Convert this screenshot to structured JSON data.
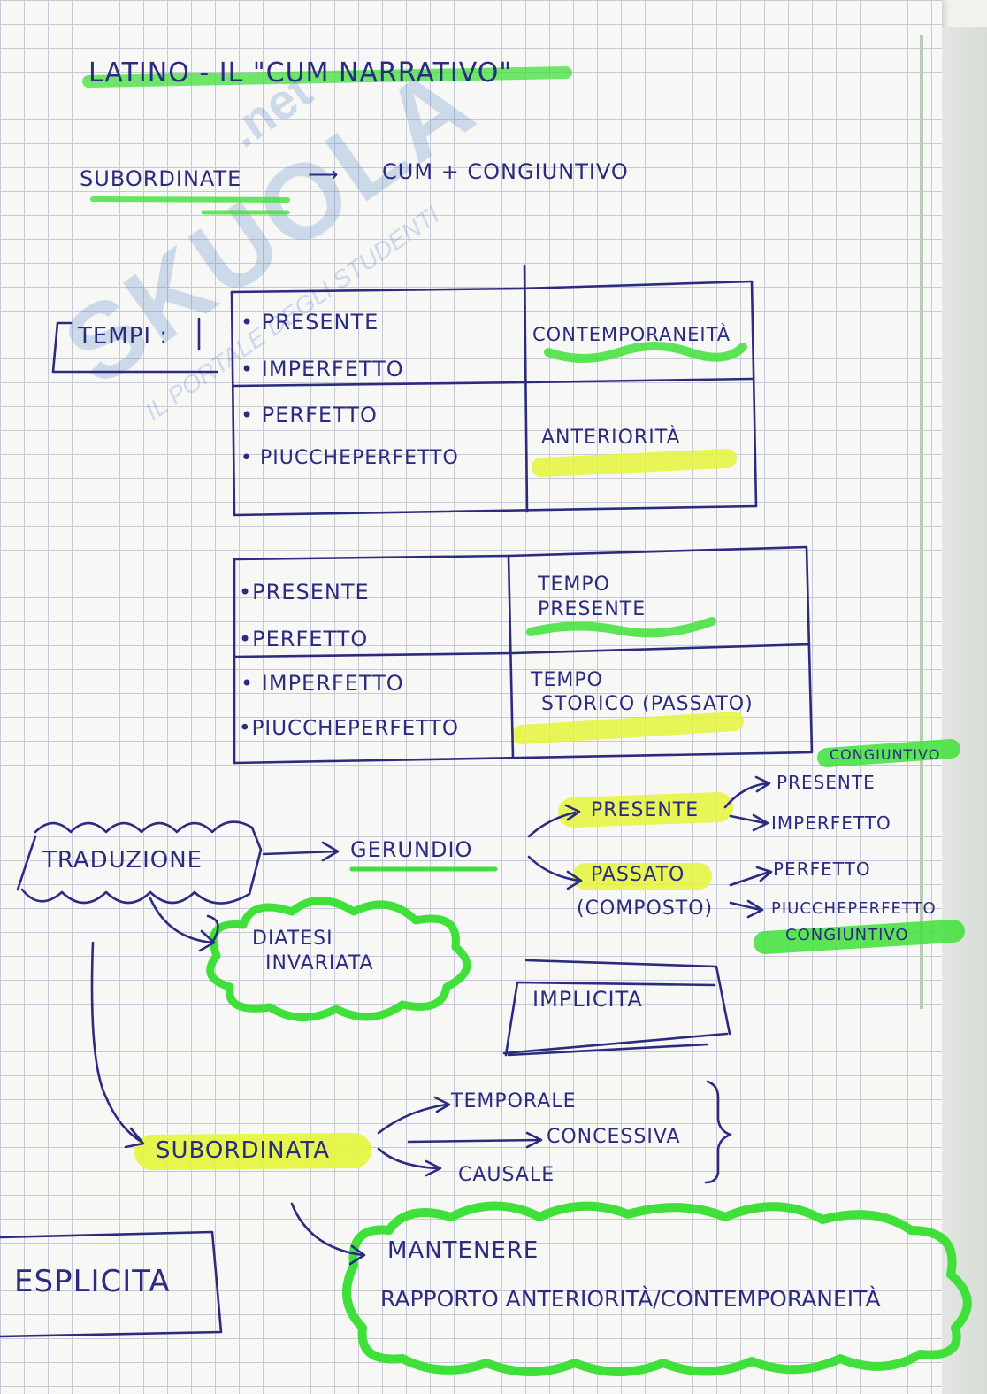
{
  "watermark": {
    "brand": "SKUOLA",
    "domain": ".net",
    "slogan": "IL PORTALE DEGLI STUDENTI"
  },
  "title": "LATINO - IL \"CUM NARRATIVO\"",
  "intro": {
    "left": "SUBORDINATE",
    "right": "CUM + CONGIUNTIVO"
  },
  "tempi_label": "TEMPI :",
  "table1": {
    "row1": {
      "items": [
        "• PRESENTE",
        "• IMPERFETTO"
      ],
      "label": "CONTEMPORANEITÀ"
    },
    "row2": {
      "items": [
        "• PERFETTO",
        "• PIUCCHEPERFETTO"
      ],
      "label": "ANTERIORITÀ"
    }
  },
  "table2": {
    "row1": {
      "items": [
        "•PRESENTE",
        "•PERFETTO"
      ],
      "label_l1": "TEMPO",
      "label_l2": "PRESENTE"
    },
    "row2": {
      "items": [
        "• IMPERFETTO",
        "•PIUCCHEPERFETTO"
      ],
      "label_l1": "TEMPO",
      "label_l2": "STORICO (PASSATO)"
    }
  },
  "traduzione": "TRADUZIONE",
  "gerundio": "GERUNDIO",
  "presente": "PRESENTE",
  "passato_l1": "PASSATO",
  "passato_l2": "(COMPOSTO)",
  "congiuntivo_top": "CONGIUNTIVO",
  "cong_presente": "PRESENTE",
  "cong_imperfetto": "IMPERFETTO",
  "cong_perfetto": "PERFETTO",
  "cong_piuccheperfetto": "PIUCCHEPERFETTO",
  "congiuntivo_bottom": "CONGIUNTIVO",
  "diatesi_l1": "DIATESI",
  "diatesi_l2": "INVARIATA",
  "implicita": "IMPLICITA",
  "subordinata": "SUBORDINATA",
  "temporale": "TEMPORALE",
  "concessiva": "CONCESSIVA",
  "causale": "CAUSALE",
  "mantenere": "MANTENERE",
  "rapporto": "RAPPORTO ANTERIORITÀ/CONTEMPORANEITÀ",
  "esplicita": "ESPLICITA",
  "colors": {
    "ink": "#2b2b80",
    "green": "#3fe03a",
    "yellow": "#e4f53a"
  }
}
